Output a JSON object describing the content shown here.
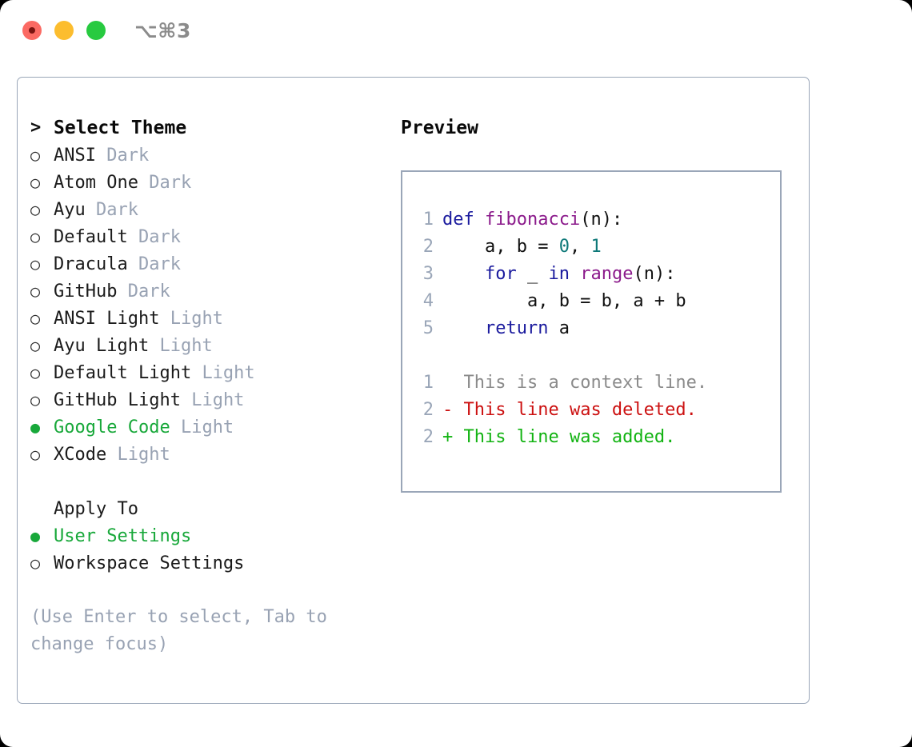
{
  "window": {
    "shortcut": "⌥⌘3",
    "controls": [
      {
        "name": "close",
        "color": "#fb6a63"
      },
      {
        "name": "minimize",
        "color": "#fcbd2e"
      },
      {
        "name": "maximize",
        "color": "#27ca40"
      }
    ]
  },
  "theme_picker": {
    "header_marker": ">",
    "header": "Select Theme",
    "selected_marker": "●",
    "unselected_marker": "○",
    "items": [
      {
        "marker": "○",
        "label": "ANSI",
        "suffix": "Dark",
        "selected": false
      },
      {
        "marker": "○",
        "label": "Atom One",
        "suffix": "Dark",
        "selected": false
      },
      {
        "marker": "○",
        "label": "Ayu",
        "suffix": "Dark",
        "selected": false
      },
      {
        "marker": "○",
        "label": "Default",
        "suffix": "Dark",
        "selected": false
      },
      {
        "marker": "○",
        "label": "Dracula",
        "suffix": "Dark",
        "selected": false
      },
      {
        "marker": "○",
        "label": "GitHub",
        "suffix": "Dark",
        "selected": false
      },
      {
        "marker": "○",
        "label": "ANSI Light",
        "suffix": "Light",
        "selected": false
      },
      {
        "marker": "○",
        "label": "Ayu Light",
        "suffix": "Light",
        "selected": false
      },
      {
        "marker": "○",
        "label": "Default Light",
        "suffix": "Light",
        "selected": false
      },
      {
        "marker": "○",
        "label": "GitHub Light",
        "suffix": "Light",
        "selected": false
      },
      {
        "marker": "●",
        "label": "Google Code",
        "suffix": "Light",
        "selected": true
      },
      {
        "marker": "○",
        "label": "XCode",
        "suffix": "Light",
        "selected": false
      }
    ]
  },
  "apply_to": {
    "header": "Apply To",
    "items": [
      {
        "marker": "●",
        "label": "User Settings",
        "selected": true
      },
      {
        "marker": "○",
        "label": "Workspace Settings",
        "selected": false
      }
    ]
  },
  "hint": "(Use Enter to select, Tab to change focus)",
  "preview": {
    "title": "Preview",
    "code_lines": [
      {
        "num": "1",
        "tokens": [
          {
            "t": "def",
            "c": "kw"
          },
          {
            "t": " ",
            "c": "plain"
          },
          {
            "t": "fibonacci",
            "c": "fn"
          },
          {
            "t": "(n):",
            "c": "plain"
          }
        ]
      },
      {
        "num": "2",
        "tokens": [
          {
            "t": "    a, b = ",
            "c": "plain"
          },
          {
            "t": "0",
            "c": "num"
          },
          {
            "t": ", ",
            "c": "plain"
          },
          {
            "t": "1",
            "c": "num"
          }
        ]
      },
      {
        "num": "3",
        "tokens": [
          {
            "t": "    ",
            "c": "plain"
          },
          {
            "t": "for",
            "c": "kw"
          },
          {
            "t": " _ ",
            "c": "plain"
          },
          {
            "t": "in",
            "c": "kw"
          },
          {
            "t": " ",
            "c": "plain"
          },
          {
            "t": "range",
            "c": "fn"
          },
          {
            "t": "(n):",
            "c": "plain"
          }
        ]
      },
      {
        "num": "4",
        "tokens": [
          {
            "t": "        a, b = b, a + b",
            "c": "plain"
          }
        ]
      },
      {
        "num": "5",
        "tokens": [
          {
            "t": "    ",
            "c": "plain"
          },
          {
            "t": "return",
            "c": "kw"
          },
          {
            "t": " a",
            "c": "plain"
          }
        ]
      }
    ],
    "diff_lines": [
      {
        "num": "1",
        "marker": "  ",
        "text": "This is a context line.",
        "kind": "context"
      },
      {
        "num": "2",
        "marker": "- ",
        "text": "This line was deleted.",
        "kind": "deleted"
      },
      {
        "num": "2",
        "marker": "+ ",
        "text": "This line was added.",
        "kind": "added"
      }
    ]
  },
  "colors": {
    "accent_green": "#18a83a",
    "muted": "#98a2b3",
    "border": "#9aa6b8",
    "keyword": "#1b1b9e",
    "function": "#8b1a8b",
    "number": "#0d7878",
    "diff_deleted": "#cc1111",
    "diff_added": "#12b312",
    "diff_context": "#8b8b8b"
  }
}
